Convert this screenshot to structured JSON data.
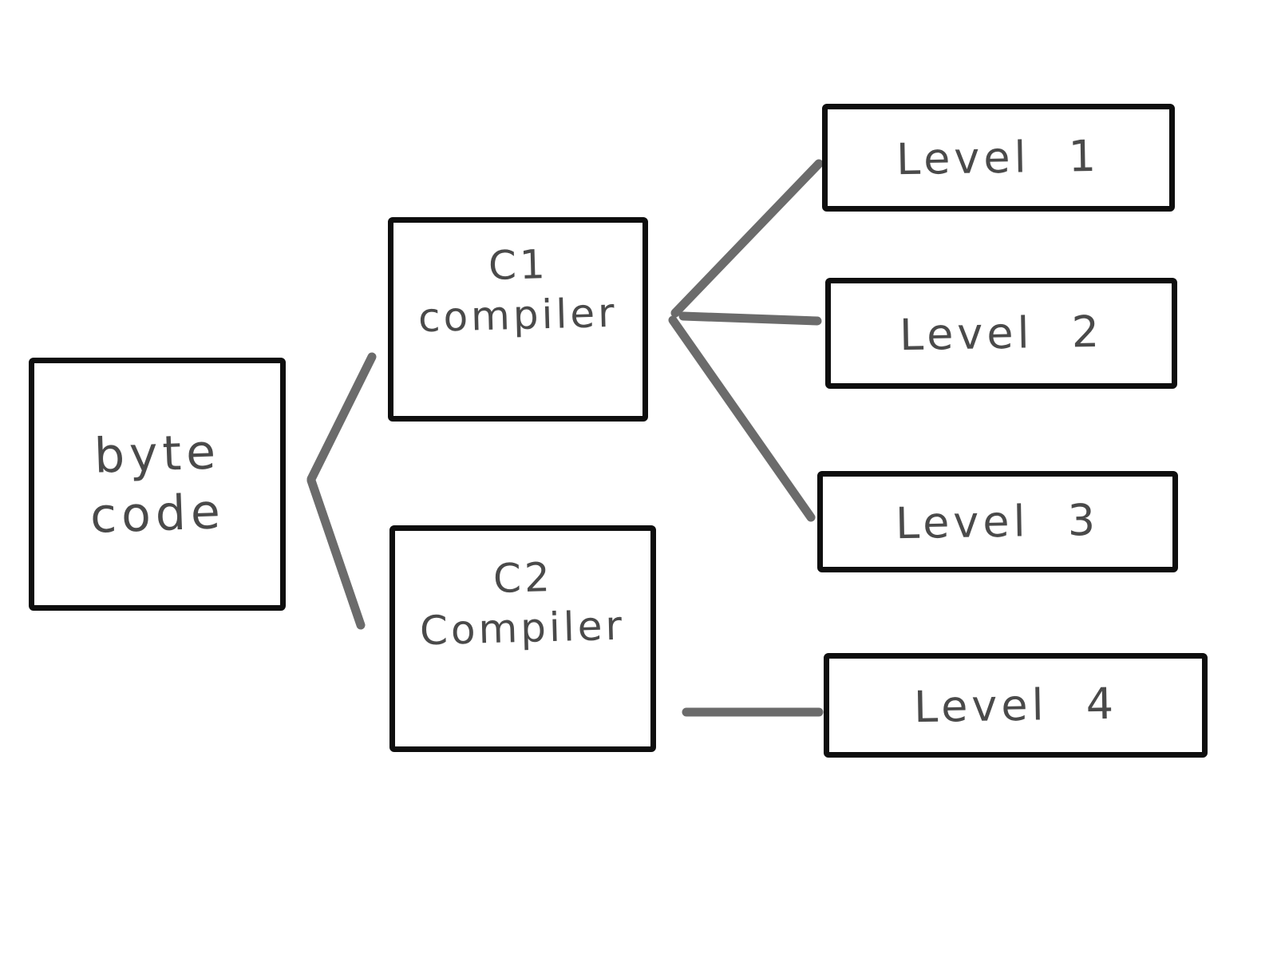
{
  "diagram": {
    "description": "Hand-drawn JIT compilation tiers diagram",
    "background_color": "#ffffff",
    "box_border_color": "#0e0e0e",
    "text_color": "#4a4a4a",
    "connector_color": "#6b6b6b",
    "nodes": {
      "byte_code": {
        "label_line1": "byte",
        "label_line2": "code"
      },
      "c1_compiler": {
        "label_line1": "C1",
        "label_line2": "compiler"
      },
      "c2_compiler": {
        "label_line1": "C2",
        "label_line2": "Compiler"
      },
      "level1": {
        "label": "Level 1"
      },
      "level2": {
        "label": "Level 2"
      },
      "level3": {
        "label": "Level 3"
      },
      "level4": {
        "label": "Level 4"
      }
    },
    "edges": [
      {
        "from": "byte_code",
        "to": "c1_compiler"
      },
      {
        "from": "byte_code",
        "to": "c2_compiler"
      },
      {
        "from": "c1_compiler",
        "to": "level1"
      },
      {
        "from": "c1_compiler",
        "to": "level2"
      },
      {
        "from": "c1_compiler",
        "to": "level3"
      },
      {
        "from": "c2_compiler",
        "to": "level4"
      }
    ]
  }
}
